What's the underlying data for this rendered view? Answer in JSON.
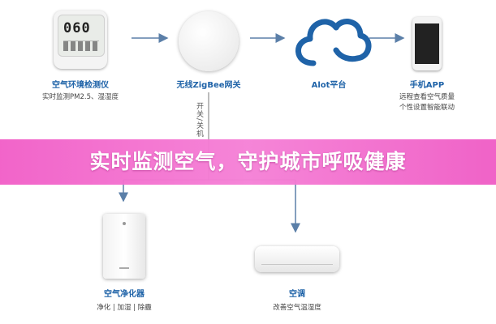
{
  "banner": {
    "headline": "实时监测空气，守护城市呼吸健康"
  },
  "nodes": {
    "sensor": {
      "title": "空气环境检测仪",
      "subtitle": "实时监测PM2.5、湿湿度",
      "display": "060"
    },
    "gateway": {
      "title": "无线ZigBee网关"
    },
    "cloud": {
      "title": "Alot平台"
    },
    "phone": {
      "title": "手机APP",
      "subtitle_line1": "远程查看空气质量",
      "subtitle_line2": "个性设置智能联动"
    },
    "purifier": {
      "title": "空气净化器",
      "subtitle": "净化 | 加湿 | 除霾"
    },
    "ac": {
      "title": "空调",
      "subtitle": "改善空气温湿度"
    }
  },
  "edge_label": "开关/关机",
  "colors": {
    "accent": "#1f63a8",
    "wire": "#5b7fa8",
    "banner": "#f15ec7"
  }
}
